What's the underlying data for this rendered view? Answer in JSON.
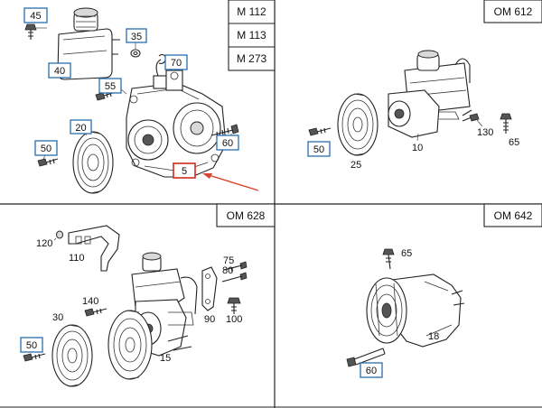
{
  "colors": {
    "callout_blue": "#2a6db0",
    "callout_red": "#d02a1e",
    "arrow_red": "#d9412b",
    "line": "#222222"
  },
  "panels": {
    "top_left": {
      "engine_labels": [
        "M 112",
        "M 113",
        "M 273"
      ],
      "callouts": {
        "c45": "45",
        "c40": "40",
        "c35": "35",
        "c70": "70",
        "c55": "55",
        "c20": "20",
        "c50": "50",
        "c60": "60",
        "c5": "5"
      }
    },
    "top_right": {
      "engine_label": "OM 612",
      "callouts": {
        "c50": "50"
      },
      "labels": {
        "l25": "25",
        "l10": "10",
        "l130": "130",
        "l65": "65"
      }
    },
    "bottom_left": {
      "engine_label": "OM 628",
      "callouts": {
        "c50": "50"
      },
      "labels": {
        "l120": "120",
        "l110": "110",
        "l75": "75",
        "l80": "80",
        "l140": "140",
        "l30": "30",
        "l90": "90",
        "l100": "100",
        "l15": "15"
      }
    },
    "bottom_right": {
      "engine_label": "OM 642",
      "callouts": {
        "c60": "60"
      },
      "labels": {
        "l65": "65",
        "l18": "18"
      }
    }
  }
}
